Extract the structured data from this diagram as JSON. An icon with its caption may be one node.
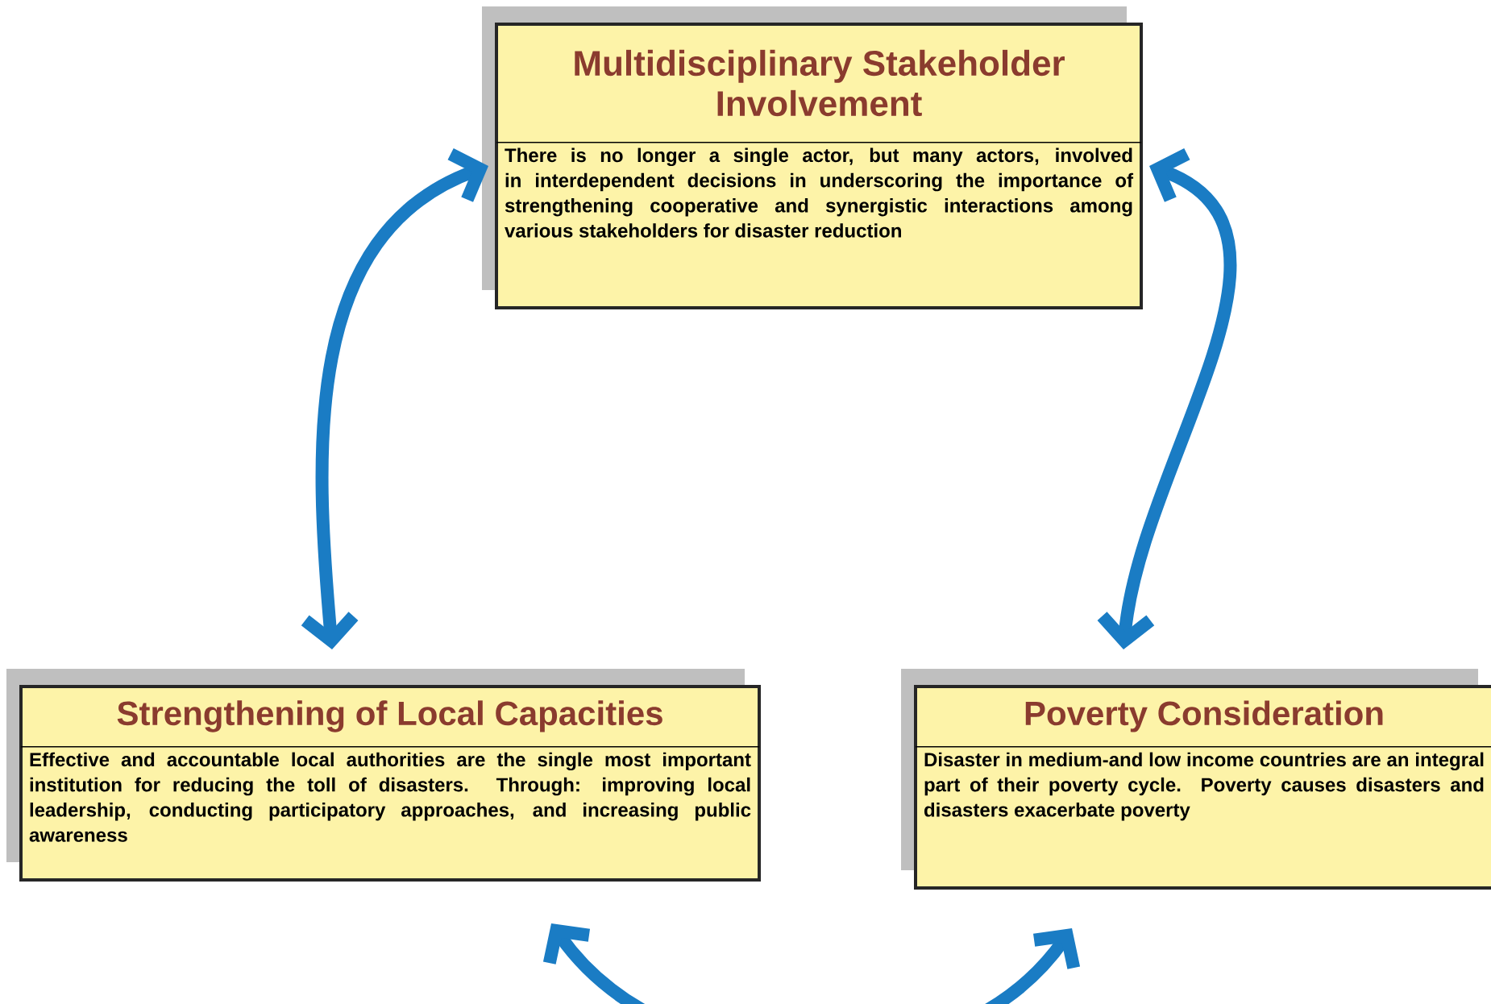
{
  "diagram": {
    "nodes": [
      {
        "text": [
          "Multidisciplinary Stakeholder Involvement",
          "There is no longer a single actor, but many actors, involved in interdependent decisions in underscoring the importance of strengthening cooperative and synergistic interactions among various stakeholders for disaster reduction"
        ]
      },
      {
        "text": [
          "Strengthening of Local Capacities",
          "Effective and accountable local authorities are the single most important institution for reducing the toll of disasters. Through: improving local leadership, conducting participatory approaches, and increasing public awareness"
        ]
      },
      {
        "text": [
          "Poverty Consideration",
          "Disaster in medium-and low income countries are an integral part of their poverty cycle. Poverty causes disasters and disasters exacerbate poverty"
        ]
      }
    ],
    "edges": [
      {
        "from": 0,
        "to": 1,
        "arrow": "both"
      },
      {
        "from": 0,
        "to": 2,
        "arrow": "both"
      },
      {
        "from": 1,
        "to": 2,
        "arrow": "both"
      }
    ]
  }
}
